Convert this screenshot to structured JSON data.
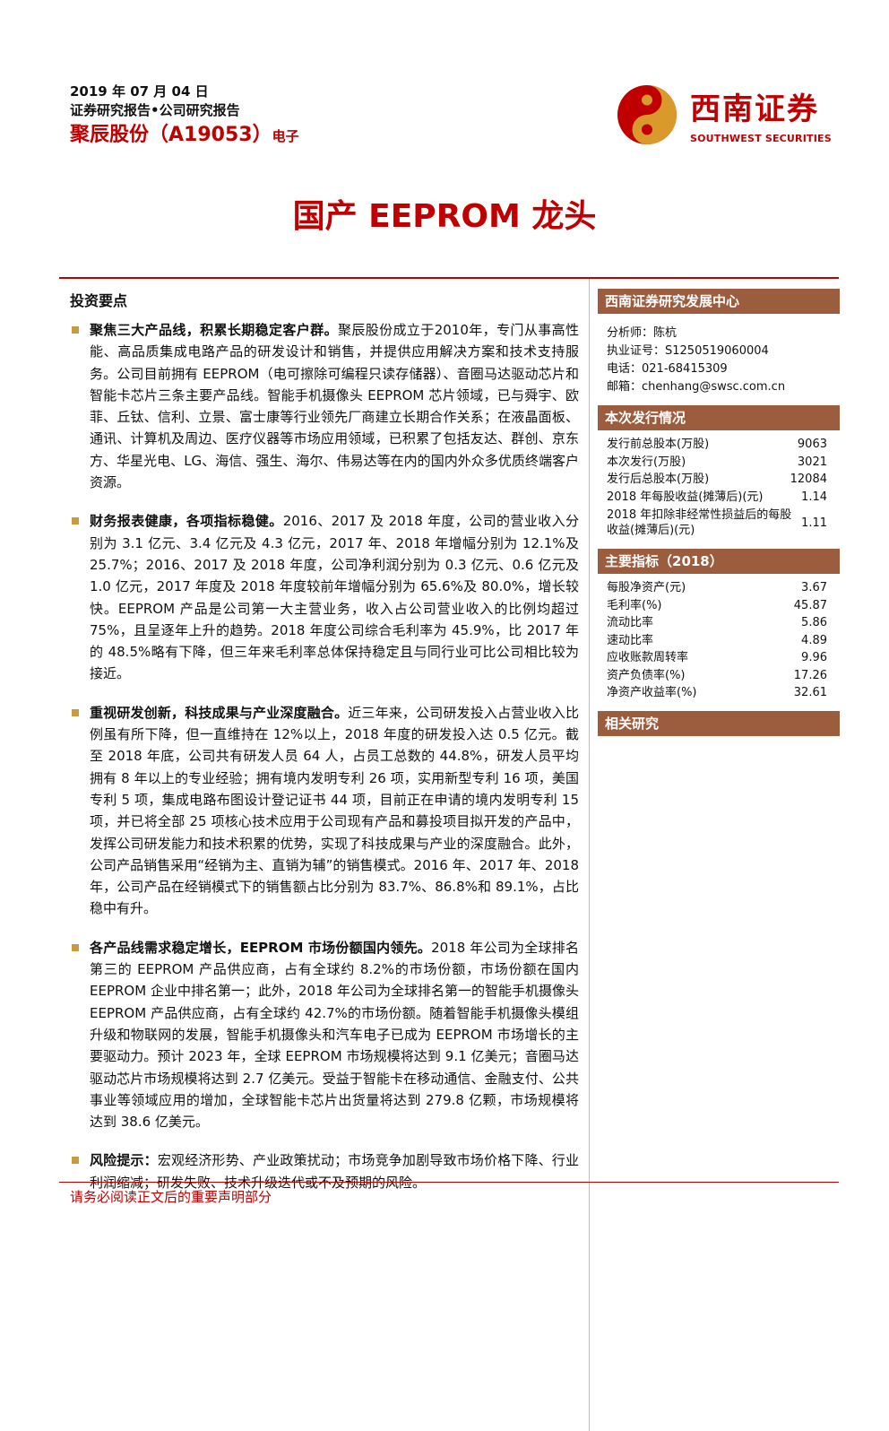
{
  "header": {
    "date": "2019 年 07 月 04 日",
    "doc_type": "证券研究报告•公司研究报告",
    "stock": "聚辰股份（A19053）",
    "industry": "电子"
  },
  "logo": {
    "name_cn": "西南证券",
    "name_en": "SOUTHWEST SECURITIES",
    "color": "#c00000",
    "accent": "#d99a2b"
  },
  "title": "国产 EEPROM 龙头",
  "summary": {
    "title": "投资要点",
    "bullets": [
      {
        "lead": "聚焦三大产品线，积累长期稳定客户群。",
        "text": "聚辰股份成立于2010年，专门从事高性能、高品质集成电路产品的研发设计和销售，并提供应用解决方案和技术支持服务。公司目前拥有 EEPROM（电可擦除可编程只读存储器）、音圈马达驱动芯片和智能卡芯片三条主要产品线。智能手机摄像头 EEPROM 芯片领域，已与舜宇、欧菲、丘钛、信利、立景、富士康等行业领先厂商建立长期合作关系；在液晶面板、通讯、计算机及周边、医疗仪器等市场应用领域，已积累了包括友达、群创、京东方、华星光电、LG、海信、强生、海尔、伟易达等在内的国内外众多优质终端客户资源。"
      },
      {
        "lead": "财务报表健康，各项指标稳健。",
        "text": "2016、2017 及 2018 年度，公司的营业收入分别为 3.1 亿元、3.4 亿元及 4.3 亿元，2017 年、2018 年增幅分别为 12.1%及 25.7%；2016、2017 及 2018 年度，公司净利润分别为 0.3 亿元、0.6 亿元及 1.0 亿元，2017 年度及 2018 年度较前年增幅分别为 65.6%及 80.0%，增长较快。EEPROM 产品是公司第一大主营业务，收入占公司营业收入的比例均超过 75%，且呈逐年上升的趋势。2018 年度公司综合毛利率为 45.9%，比 2017 年的 48.5%略有下降，但三年来毛利率总体保持稳定且与同行业可比公司相比较为接近。"
      },
      {
        "lead": "重视研发创新，科技成果与产业深度融合。",
        "text": "近三年来，公司研发投入占营业收入比例虽有所下降，但一直维持在 12%以上，2018 年度的研发投入达 0.5 亿元。截至 2018 年底，公司共有研发人员 64 人，占员工总数的 44.8%，研发人员平均拥有 8 年以上的专业经验；拥有境内发明专利 26 项，实用新型专利 16 项，美国专利 5 项，集成电路布图设计登记证书 44 项，目前正在申请的境内发明专利 15 项，并已将全部 25 项核心技术应用于公司现有产品和募投项目拟开发的产品中，发挥公司研发能力和技术积累的优势，实现了科技成果与产业的深度融合。此外，公司产品销售采用“经销为主、直销为辅”的销售模式。2016 年、2017 年、2018 年，公司产品在经销模式下的销售额占比分别为 83.7%、86.8%和 89.1%，占比稳中有升。"
      },
      {
        "lead": "各产品线需求稳定增长，EEPROM 市场份额国内领先。",
        "text": "2018 年公司为全球排名第三的 EEPROM 产品供应商，占有全球约 8.2%的市场份额，市场份额在国内 EEPROM 企业中排名第一；此外，2018 年公司为全球排名第一的智能手机摄像头 EEPROM 产品供应商，占有全球约 42.7%的市场份额。随着智能手机摄像头模组升级和物联网的发展，智能手机摄像头和汽车电子已成为 EEPROM 市场增长的主要驱动力。预计 2023 年，全球 EEPROM 市场规模将达到 9.1 亿美元；音圈马达驱动芯片市场规模将达到 2.7 亿美元。受益于智能卡在移动通信、金融支付、公共事业等领域应用的增加，全球智能卡芯片出货量将达到 279.8 亿颗，市场规模将达到 38.6 亿美元。"
      },
      {
        "lead": "风险提示：",
        "text": "宏观经济形势、产业政策扰动；市场竞争加剧导致市场价格下降、行业利润缩减；研发失败、技术升级迭代或不及预期的风险。"
      }
    ]
  },
  "sidebar": {
    "center_title": "西南证券研究发展中心",
    "analyst": {
      "name": "分析师：陈杭",
      "license": "执业证号：S1250519060004",
      "phone": "电话：021-68415309",
      "email": "邮箱：chenhang@swsc.com.cn"
    },
    "issuance": {
      "title": "本次发行情况",
      "rows": [
        {
          "label": "发行前总股本(万股)",
          "value": "9063"
        },
        {
          "label": "本次发行(万股)",
          "value": "3021"
        },
        {
          "label": "发行后总股本(万股)",
          "value": "12084"
        },
        {
          "label": "2018 年每股收益(摊薄后)(元)",
          "value": "1.14"
        },
        {
          "label": "2018 年扣除非经常性损益后的每股收益(摊薄后)(元)",
          "value": "1.11"
        }
      ]
    },
    "indicators": {
      "title": "主要指标（2018）",
      "rows": [
        {
          "label": "每股净资产(元)",
          "value": "3.67"
        },
        {
          "label": "毛利率(%)",
          "value": "45.87"
        },
        {
          "label": "流动比率",
          "value": "5.86"
        },
        {
          "label": "速动比率",
          "value": "4.89"
        },
        {
          "label": "应收账款周转率",
          "value": "9.96"
        },
        {
          "label": "资产负债率(%)",
          "value": "17.26"
        },
        {
          "label": "净资产收益率(%)",
          "value": "32.61"
        }
      ]
    },
    "related_title": "相关研究"
  },
  "footer": {
    "notice": "请务必阅读正文后的重要声明部分"
  }
}
